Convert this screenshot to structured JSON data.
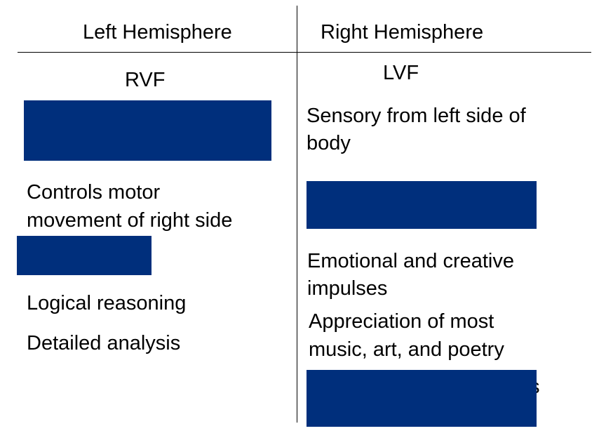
{
  "headers": {
    "left": "Left Hemisphere",
    "right": "Right Hemisphere"
  },
  "subheaders": {
    "left": "RVF",
    "right": "LVF"
  },
  "left_items": {
    "motor_line1": "Controls motor",
    "motor_line2": "movement of right side",
    "logical": "Logical reasoning",
    "detailed": "Detailed analysis"
  },
  "right_items": {
    "sensory_line1": "Sensory from left side of",
    "sensory_line2": "body",
    "emotional_line1": "Emotional and creative",
    "emotional_line2": "impulses",
    "appreciation_line1": "Appreciation of most",
    "appreciation_line2": "music, art, and poetry",
    "partial_glyph": "s"
  },
  "colors": {
    "mask_fill": "#002f7c",
    "rule_lines": "#000000",
    "background": "#ffffff"
  }
}
